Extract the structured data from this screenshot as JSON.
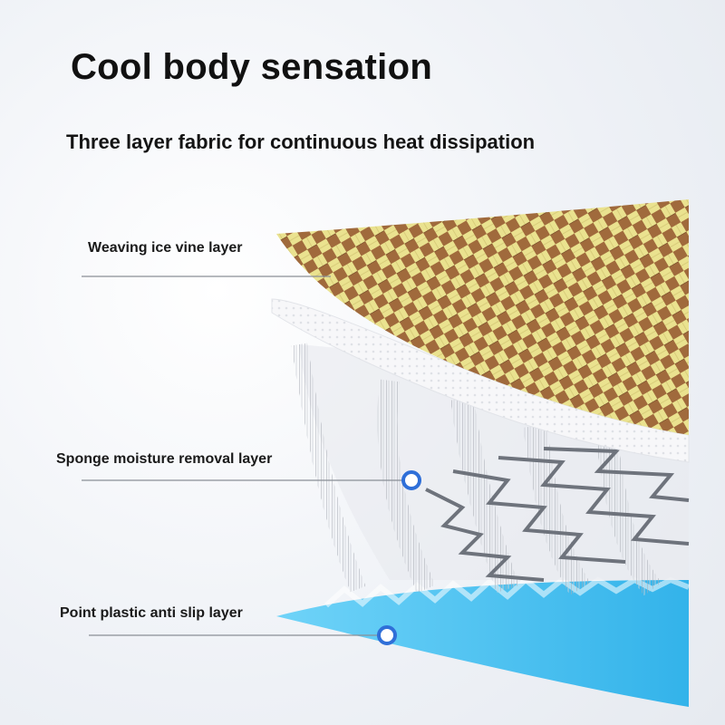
{
  "heading": {
    "title": "Cool body sensation",
    "subtitle": "Three layer fabric for continuous heat dissipation"
  },
  "layers": [
    {
      "label": "Weaving ice vine layer"
    },
    {
      "label": "Sponge moisture removal layer"
    },
    {
      "label": "Point plastic anti slip layer"
    }
  ],
  "colors": {
    "rattan_light": "#e3d88c",
    "rattan_dark": "#8a5a34",
    "mesh_white": "#f4f4f6",
    "mesh_gray": "#9a9ea6",
    "antislip_blue": "#4cc2f0",
    "marker_blue": "#2f6fd8",
    "leader_line": "#8a8f96"
  }
}
